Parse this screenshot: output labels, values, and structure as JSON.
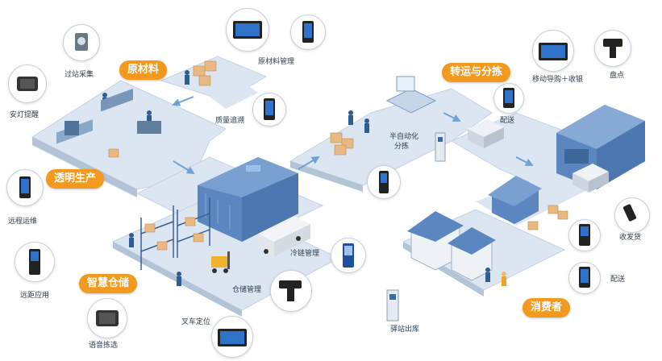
{
  "badges": {
    "raw_materials": "原材料",
    "transit_sorting": "转运与分拣",
    "transparent_production": "透明生产",
    "smart_warehouse": "智慧仓储",
    "consumer": "消费者"
  },
  "labels": {
    "station_collect": "过站采集",
    "raw_material_mgmt": "原材料管理",
    "andon_alert": "安灯提醒",
    "quality_trace": "质量追溯",
    "semi_auto_sort_1": "半自动化",
    "semi_auto_sort_2": "分拣",
    "mobile_guide": "移动导购＋收银",
    "inventory_count": "盘点",
    "delivery_top": "配送",
    "remote_maint": "远程运维",
    "cold_chain": "冷链管理",
    "receiving": "收发货",
    "long_range": "远距应用",
    "warehouse_mgmt": "仓储管理",
    "delivery_bottom": "配送",
    "voice_picking": "语音拣选",
    "forklift_pos": "叉车定位",
    "station_outbound": "驿站出库"
  },
  "colors": {
    "accent": "#f39a1e",
    "platform_top": "#dbe6f2",
    "platform_side": "#b3c4d8",
    "building": "#5b86c0",
    "building_roof": "#7aa0d1"
  }
}
